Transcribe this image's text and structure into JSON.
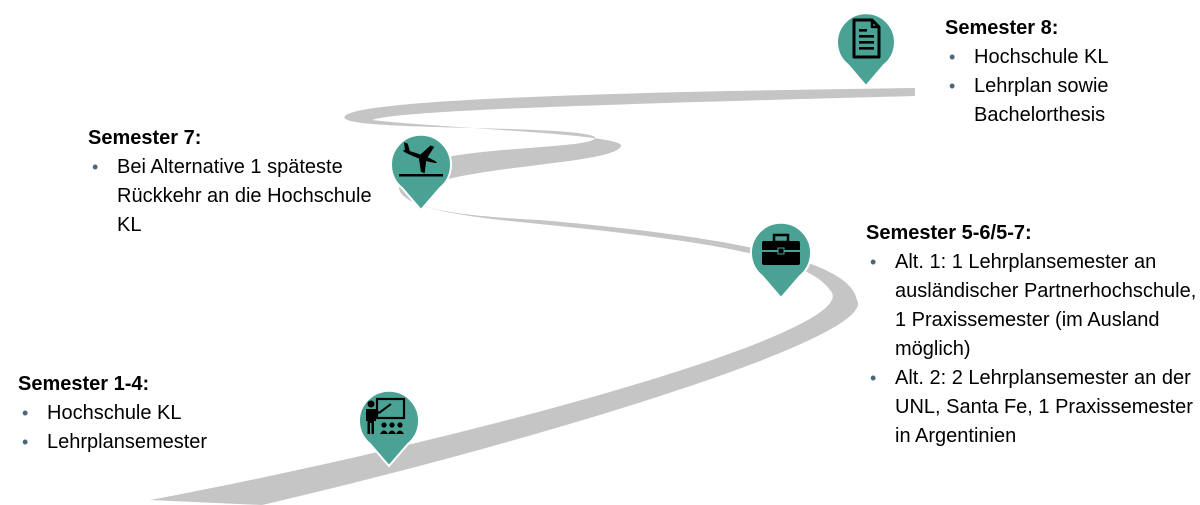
{
  "colors": {
    "road": "#c5c5c5",
    "pin": "#4aa294",
    "pin_outline": "#ffffff",
    "icon": "#000000",
    "bullet": "#4d6680",
    "text": "#000000"
  },
  "milestones": [
    {
      "id": "semester-8",
      "icon": "document-icon",
      "heading": "Semester 8:",
      "bullets": [
        "Hochschule KL",
        "Lehrplan sowie Bachelorthesis"
      ]
    },
    {
      "id": "semester-7",
      "icon": "airplane-landing-icon",
      "heading": "Semester 7:",
      "bullets": [
        "Bei Alternative 1 späteste Rückkehr an die Hochschule KL"
      ]
    },
    {
      "id": "semester-5-6-5-7",
      "icon": "briefcase-icon",
      "heading": "Semester 5-6/5-7:",
      "bullets": [
        "Alt. 1: 1 Lehrplansemester an ausländischer Partnerhochschule, 1 Praxissemester (im Ausland möglich)",
        "Alt. 2: 2 Lehrplansemester an der UNL, Santa Fe, 1 Praxissemester in Argentinien"
      ]
    },
    {
      "id": "semester-1-4",
      "icon": "teacher-classroom-icon",
      "heading": "Semester 1-4:",
      "bullets": [
        "Hochschule KL",
        "Lehrplansemester"
      ]
    }
  ]
}
